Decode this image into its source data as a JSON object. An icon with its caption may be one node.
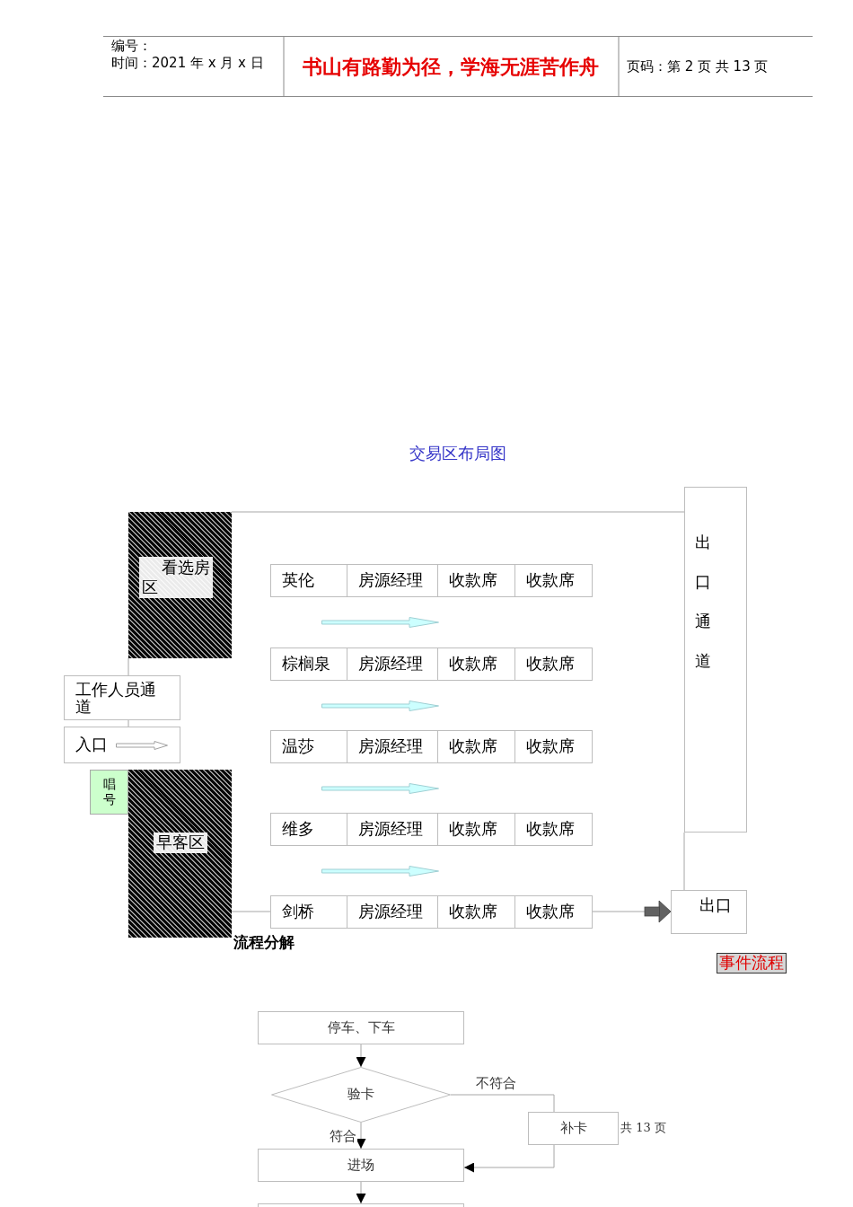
{
  "diagram": {
    "title": "交易区布局图",
    "nodes": [
      {
        "text": [
          "看选房区"
        ]
      },
      {
        "text": [
          "出口通道"
        ]
      },
      {
        "text": [
          "英伦"
        ]
      },
      {
        "text": [
          "房源经理"
        ]
      },
      {
        "text": [
          "收款席"
        ]
      },
      {
        "text": [
          "收款席"
        ]
      },
      {
        "text": [],
        "shape": "arrow"
      },
      {
        "text": [
          "棕榈泉"
        ]
      },
      {
        "text": [
          "房源经理"
        ]
      },
      {
        "text": [
          "收款席"
        ]
      },
      {
        "text": [
          "收款席"
        ]
      },
      {
        "text": [
          "工作人员通道"
        ]
      },
      {
        "text": [],
        "shape": "arrow"
      },
      {
        "text": [
          "入口"
        ]
      },
      {
        "text": [],
        "shape": "arrow",
        "in": 13
      },
      {
        "text": [
          "温莎"
        ]
      },
      {
        "text": [
          "房源经理"
        ]
      },
      {
        "text": [
          "收款席"
        ]
      },
      {
        "text": [
          "收款席"
        ]
      },
      {
        "text": [
          "唱号"
        ]
      },
      {
        "text": [
          "早客区"
        ]
      },
      {
        "text": [],
        "shape": "arrow"
      },
      {
        "text": [
          "维多"
        ]
      },
      {
        "text": [
          "房源经理"
        ]
      },
      {
        "text": [
          "收款席"
        ]
      },
      {
        "text": [
          "收款席"
        ]
      },
      {
        "text": [],
        "shape": "arrow"
      },
      {
        "text": [
          "剑桥"
        ]
      },
      {
        "text": [
          "房源经理"
        ]
      },
      {
        "text": [
          "收款席"
        ]
      },
      {
        "text": [
          "收款席"
        ]
      },
      {
        "text": [
          "出口"
        ]
      },
      {
        "text": [
          "事件流程"
        ]
      },
      {
        "text": [
          "停车、下车"
        ]
      },
      {
        "text": [
          "验卡"
        ]
      },
      {
        "text": [
          "补卡"
        ]
      },
      {
        "text": [
          "进场"
        ]
      },
      {
        "text": [],
        "shape": "box"
      }
    ],
    "edges": [
      {
        "from": 0,
        "to": 1,
        "arrow": "none"
      },
      {
        "from": 0,
        "to": 11,
        "arrow": "none"
      },
      {
        "from": 11,
        "to": 13,
        "arrow": "none"
      },
      {
        "from": 20,
        "to": 27,
        "arrow": "none"
      },
      {
        "from": 30,
        "to": 31,
        "arrow": "to"
      },
      {
        "from": 1,
        "to": 31,
        "arrow": "none"
      },
      {
        "from": 33,
        "to": 34,
        "arrow": "to"
      },
      {
        "from": 34,
        "to": 36,
        "arrow": "to",
        "label": "符合"
      },
      {
        "from": 34,
        "to": 35,
        "arrow": "none",
        "label": "不符合"
      },
      {
        "from": 35,
        "to": 36,
        "arrow": "to"
      },
      {
        "from": 36,
        "to": 37,
        "arrow": "to"
      }
    ],
    "labels": [
      "编号：",
      "时间：2021 年 x 月 x 日",
      "书山有路勤为径，学海无涯苦作舟",
      "页码：第 2 页 共 13 页",
      "流程分解",
      "共 13 页"
    ]
  }
}
